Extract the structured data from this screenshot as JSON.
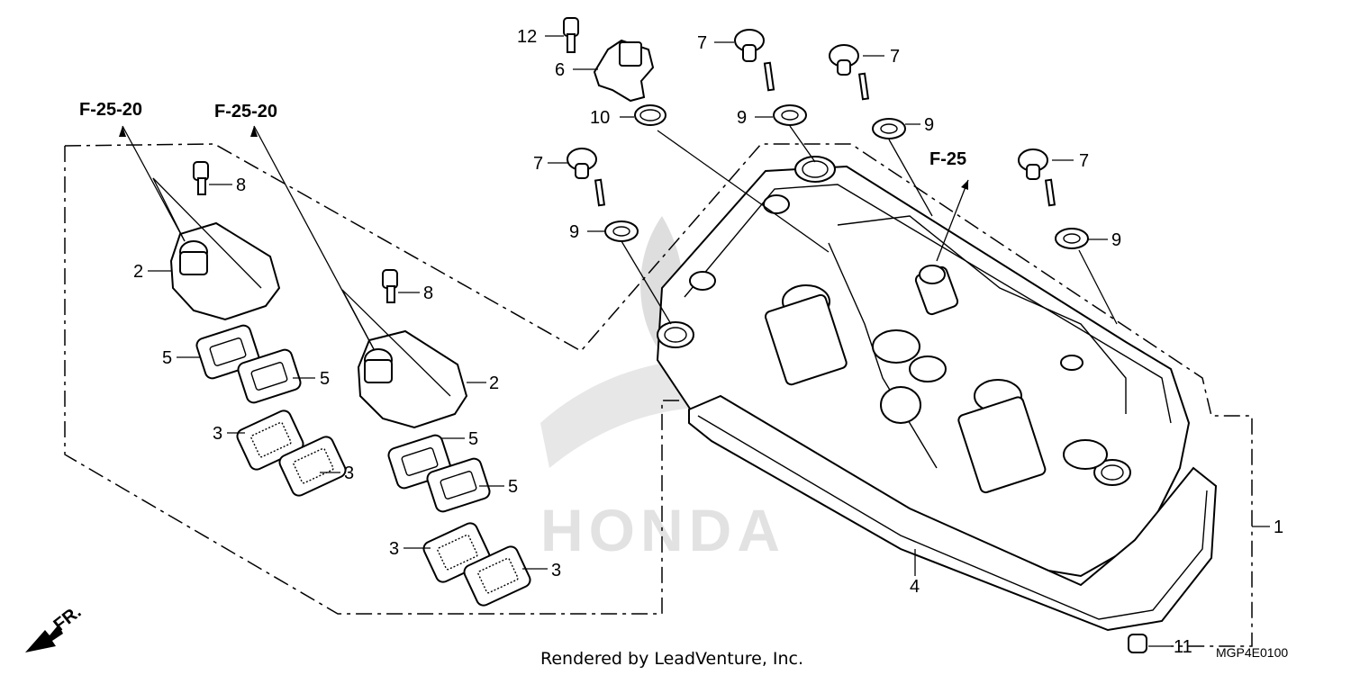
{
  "diagram": {
    "callouts": [
      {
        "id": "c12",
        "text": "12"
      },
      {
        "id": "c6",
        "text": "6"
      },
      {
        "id": "c10",
        "text": "10"
      },
      {
        "id": "c7a",
        "text": "7"
      },
      {
        "id": "c7b",
        "text": "7"
      },
      {
        "id": "c7c",
        "text": "7"
      },
      {
        "id": "c7d",
        "text": "7"
      },
      {
        "id": "c9a",
        "text": "9"
      },
      {
        "id": "c9b",
        "text": "9"
      },
      {
        "id": "c9c",
        "text": "9"
      },
      {
        "id": "c9d",
        "text": "9"
      },
      {
        "id": "c8a",
        "text": "8"
      },
      {
        "id": "c8b",
        "text": "8"
      },
      {
        "id": "c2a",
        "text": "2"
      },
      {
        "id": "c2b",
        "text": "2"
      },
      {
        "id": "c5a",
        "text": "5"
      },
      {
        "id": "c5b",
        "text": "5"
      },
      {
        "id": "c5c",
        "text": "5"
      },
      {
        "id": "c5d",
        "text": "5"
      },
      {
        "id": "c3a",
        "text": "3"
      },
      {
        "id": "c3b",
        "text": "3"
      },
      {
        "id": "c3c",
        "text": "3"
      },
      {
        "id": "c3d",
        "text": "3"
      },
      {
        "id": "c1",
        "text": "1"
      },
      {
        "id": "c4",
        "text": "4"
      },
      {
        "id": "c11",
        "text": "11"
      }
    ],
    "references": [
      "F-25-20",
      "F-25-20",
      "F-25"
    ],
    "direction_label": "FR.",
    "diagram_code": "MGP4E0100",
    "footer": "Rendered by LeadVenture, Inc.",
    "watermark": "HONDA"
  }
}
